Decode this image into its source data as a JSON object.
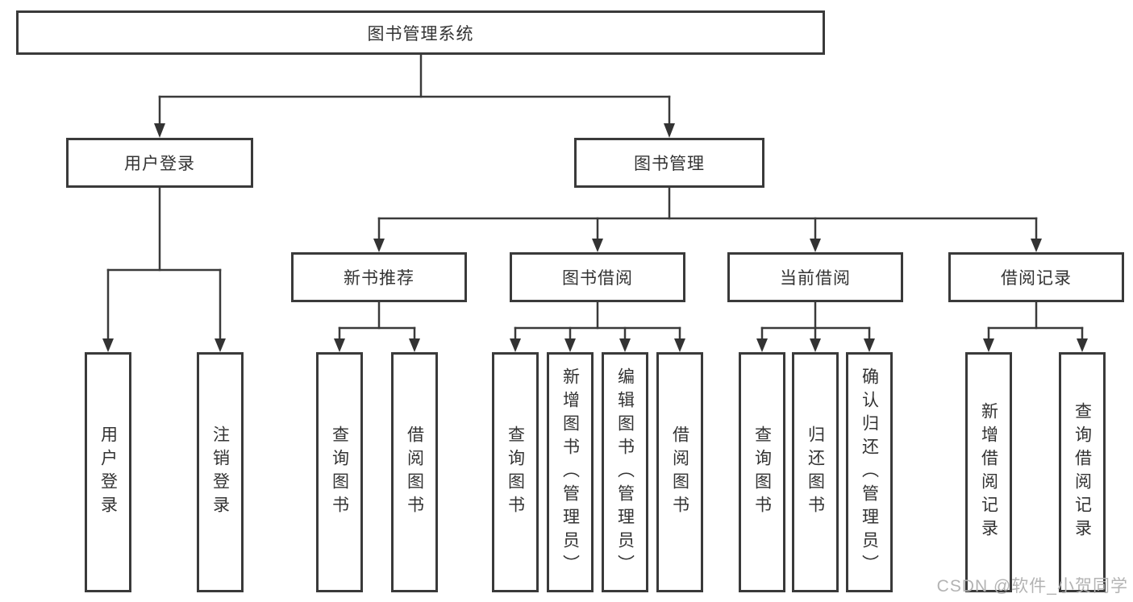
{
  "diagram": {
    "root": {
      "label": "图书管理系统"
    },
    "branches": [
      {
        "label": "用户登录",
        "children": [
          {
            "label": "用户登录"
          },
          {
            "label": "注销登录"
          }
        ]
      },
      {
        "label": "图书管理",
        "children": [
          {
            "label": "新书推荐",
            "children": [
              {
                "label": "查询图书"
              },
              {
                "label": "借阅图书"
              }
            ]
          },
          {
            "label": "图书借阅",
            "children": [
              {
                "label": "查询图书"
              },
              {
                "label": "新增图书（管理员）"
              },
              {
                "label": "编辑图书（管理员）"
              },
              {
                "label": "借阅图书"
              }
            ]
          },
          {
            "label": "当前借阅",
            "children": [
              {
                "label": "查询图书"
              },
              {
                "label": "归还图书"
              },
              {
                "label": "确认归还（管理员）"
              }
            ]
          },
          {
            "label": "借阅记录",
            "children": [
              {
                "label": "新增借阅记录"
              },
              {
                "label": "查询借阅记录"
              }
            ]
          }
        ]
      }
    ],
    "watermark": {
      "text": "CSDN @软件_小贺同学"
    },
    "colors": {
      "line": "#3a3a3a",
      "text": "#333333",
      "watermark": "#b3b3b3",
      "background": "#ffffff"
    }
  }
}
